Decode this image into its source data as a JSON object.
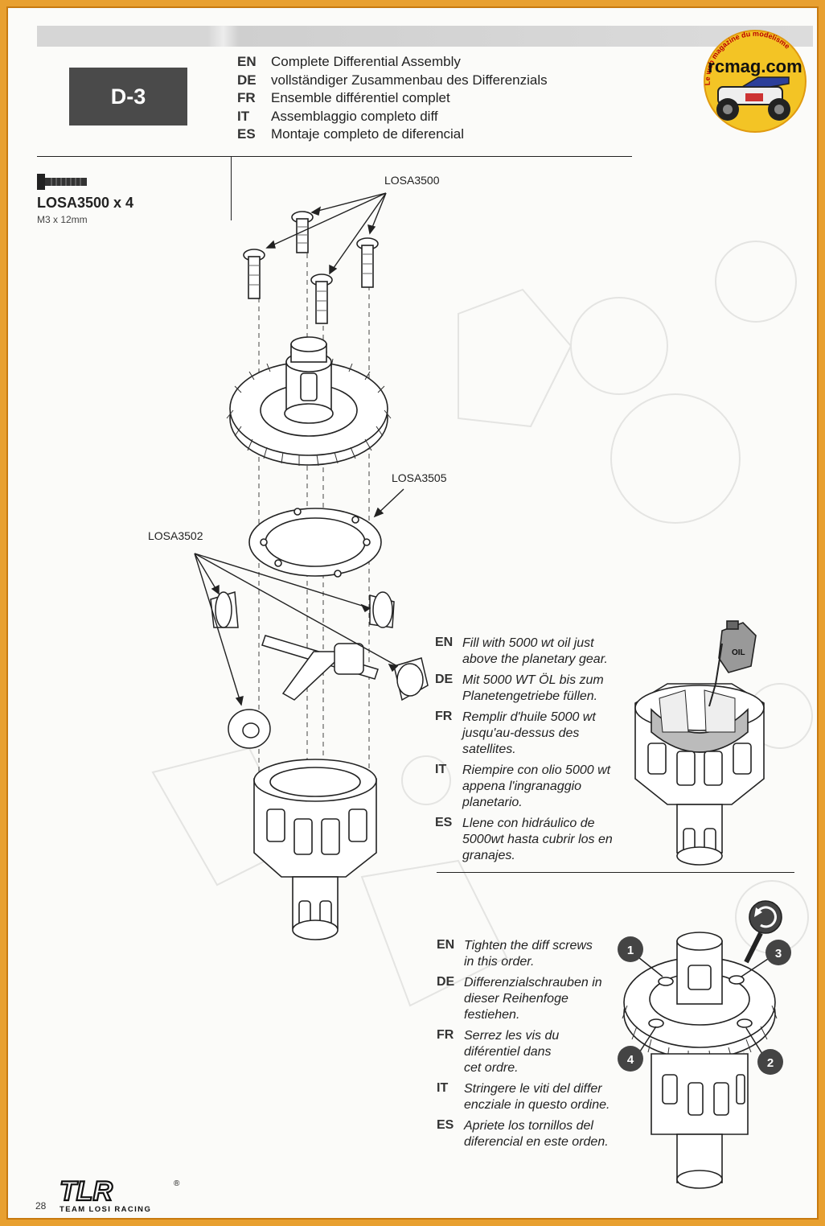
{
  "step": {
    "label": "D-3"
  },
  "titles": [
    {
      "lang": "EN",
      "text": "Complete Differential Assembly"
    },
    {
      "lang": "DE",
      "text": "vollständiger Zusammenbau des Differenzials"
    },
    {
      "lang": "FR",
      "text": "Ensemble différentiel complet"
    },
    {
      "lang": "IT",
      "text": "Assemblaggio completo diff"
    },
    {
      "lang": "ES",
      "text": "Montaje completo de diferencial"
    }
  ],
  "logo": {
    "brand": "rcmag.com",
    "tagline": "Le web magazine du modelisme"
  },
  "hardware": {
    "part": "LOSA3500 x 4",
    "spec": "M3 x 12mm"
  },
  "callouts": {
    "screws": "LOSA3500",
    "gasket": "LOSA3505",
    "gears": "LOSA3502",
    "oil": "OIL"
  },
  "instructions_oil": [
    {
      "lang": "EN",
      "text": "Fill with 5000 wt oil just above the planetary gear."
    },
    {
      "lang": "DE",
      "text": "Mit 5000 WT ÖL bis zum Planetengetriebe füllen."
    },
    {
      "lang": "FR",
      "text": "Remplir d'huile 5000 wt jusqu'au-dessus des satellites."
    },
    {
      "lang": "IT",
      "text": "Riempire con olio 5000 wt appena l'ingranaggio planetario."
    },
    {
      "lang": "ES",
      "text": "Llene con hidráulico de 5000wt hasta cubrir los en granajes."
    }
  ],
  "instructions_tighten": [
    {
      "lang": "EN",
      "text": "Tighten the diff screws in this order."
    },
    {
      "lang": "DE",
      "text": "Differenzialschrauben in dieser Reihenfoge festiehen."
    },
    {
      "lang": "FR",
      "text": "Serrez les vis du diférentiel dans cet ordre."
    },
    {
      "lang": "IT",
      "text": "Stringere le viti del differ encziale in questo ordine."
    },
    {
      "lang": "ES",
      "text": "Apriete los tornillos del diferencial en este orden."
    }
  ],
  "order_numbers": [
    "1",
    "2",
    "3",
    "4"
  ],
  "footer": {
    "brand": "TLR",
    "brand_full": "TEAM LOSI RACING",
    "page_number": "28",
    "registered": "®"
  }
}
